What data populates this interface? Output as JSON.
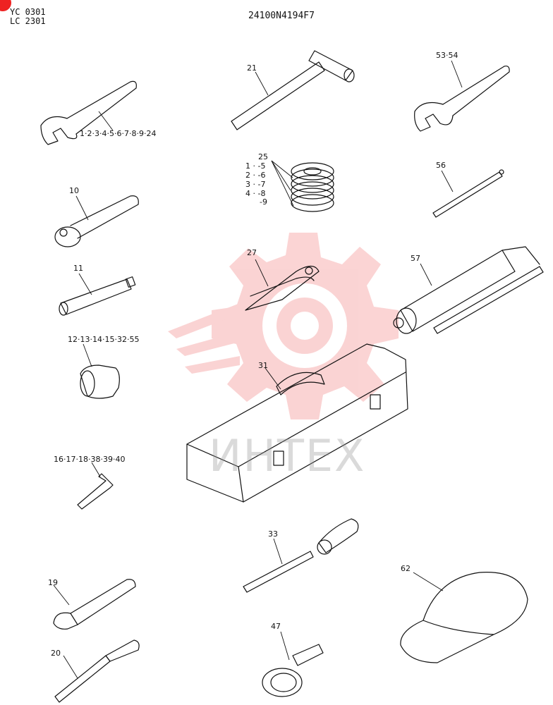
{
  "header": {
    "code_line1": "YC 0301",
    "code_line2": "LC 2301",
    "reference": "24100N4194F7"
  },
  "watermark": {
    "text": "ИНТЕХ",
    "color": "#f3a0a0"
  },
  "callouts": {
    "wrench_set": "1·2·3·4·5·6·7·8·9·24",
    "hammer": "21",
    "open_wrench": "53·54",
    "ratchet": "10",
    "shims_main": "25",
    "shims_a": "1 · -5",
    "shims_b": "2 · -6",
    "shims_c": "3 · -7",
    "shims_d": "4 · -8",
    "shims_e": "-9",
    "rod": "56",
    "extension": "11",
    "pliers": "27",
    "grease_gun": "57",
    "socket": "12·13·14·15·32·55",
    "toolbox": "31",
    "hex_key": "16·17·18·38·39·40",
    "screwdriver": "33",
    "cap": "62",
    "adjustable_wrench": "19",
    "driver": "20",
    "filter_wrench": "47"
  }
}
